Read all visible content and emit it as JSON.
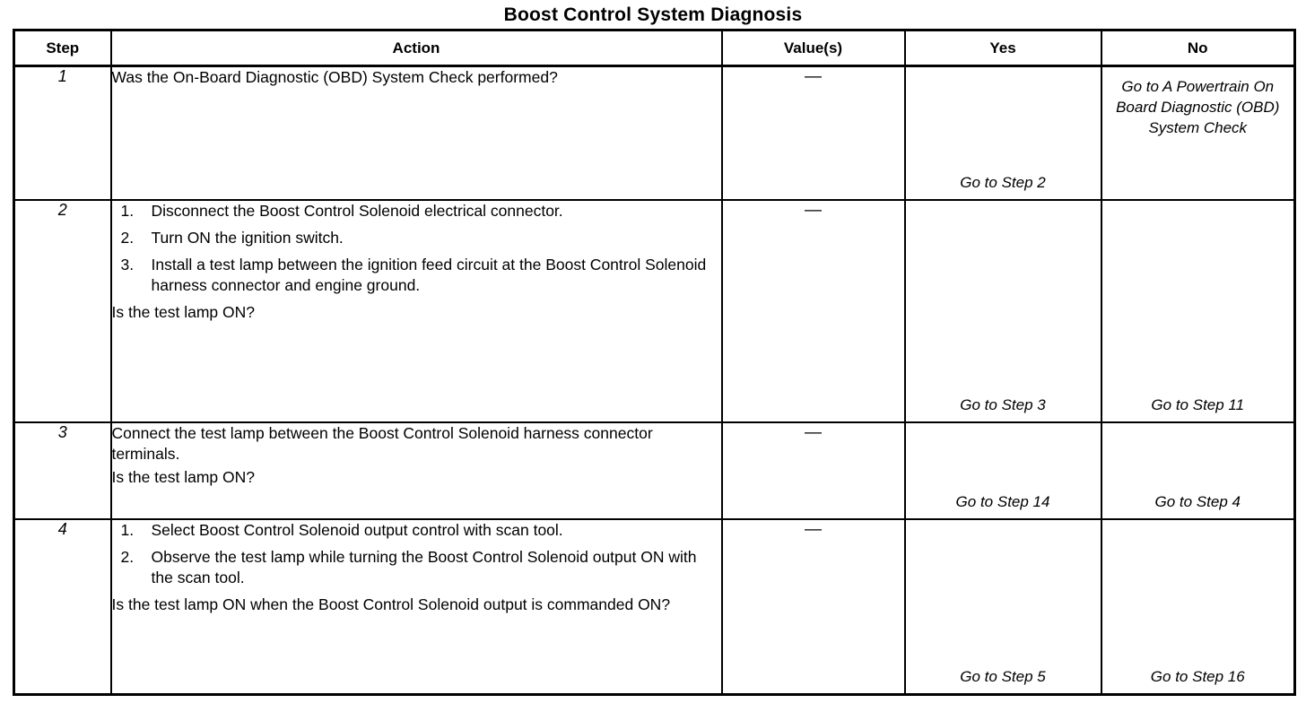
{
  "document": {
    "title": "Boost Control System Diagnosis"
  },
  "table": {
    "headers": {
      "step": "Step",
      "action": "Action",
      "values": "Value(s)",
      "yes": "Yes",
      "no": "No"
    },
    "rows": [
      {
        "step": "1",
        "action": {
          "lead": "Was the On-Board Diagnostic (OBD) System Check performed?",
          "items": [],
          "tail": ""
        },
        "value": "—",
        "yes": "Go to Step 2",
        "no": "Go to A Powertrain On Board Diagnostic (OBD) System Check"
      },
      {
        "step": "2",
        "action": {
          "lead": "",
          "items": [
            {
              "num": "1.",
              "text": "Disconnect the Boost Control Solenoid electrical connector."
            },
            {
              "num": "2.",
              "text": "Turn ON the ignition switch."
            },
            {
              "num": "3.",
              "text": "Install a test lamp between the ignition feed circuit at the Boost Control Solenoid harness connector and engine ground."
            }
          ],
          "tail": "Is the test lamp ON?"
        },
        "value": "—",
        "yes": "Go to Step 3",
        "no": "Go to Step 11"
      },
      {
        "step": "3",
        "action": {
          "lead": "Connect the test lamp between the Boost Control Solenoid harness connector terminals.",
          "items": [],
          "tail": "Is the test lamp ON?"
        },
        "value": "—",
        "yes": "Go to Step 14",
        "no": "Go to Step 4"
      },
      {
        "step": "4",
        "action": {
          "lead": "",
          "items": [
            {
              "num": "1.",
              "text": "Select Boost Control Solenoid output control with scan tool."
            },
            {
              "num": "2.",
              "text": "Observe the test lamp while turning the Boost Control Solenoid output ON with the scan tool."
            }
          ],
          "tail": "Is the test lamp ON when the Boost Control Solenoid output is commanded ON?"
        },
        "value": "—",
        "yes": "Go to Step 5",
        "no": "Go to Step 16"
      }
    ]
  },
  "colors": {
    "ink": "#000000",
    "paper": "#ffffff"
  }
}
